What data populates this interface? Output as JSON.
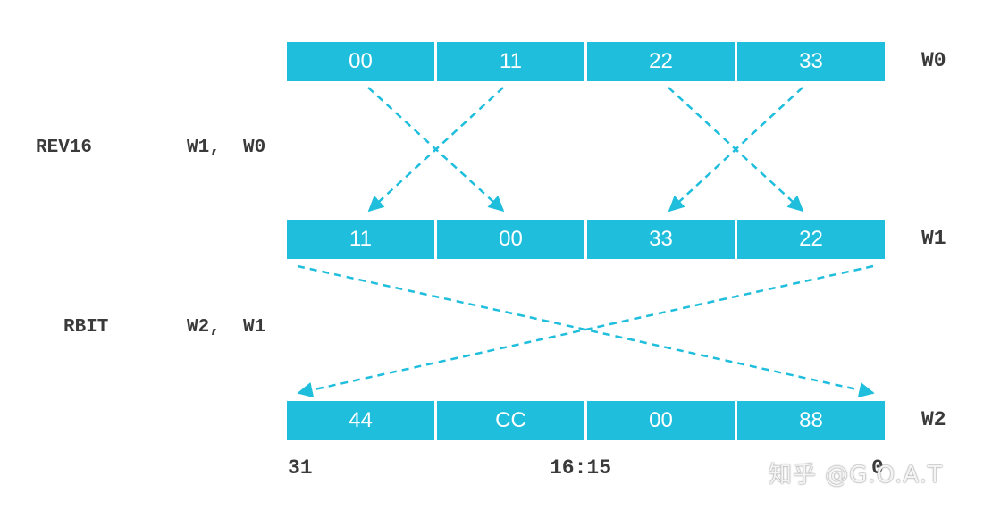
{
  "colors": {
    "accent": "#1fbedc",
    "text": "#3a3a3a"
  },
  "registers": [
    {
      "name": "W0",
      "bytes": [
        "00",
        "11",
        "22",
        "33"
      ]
    },
    {
      "name": "W1",
      "bytes": [
        "11",
        "00",
        "33",
        "22"
      ]
    },
    {
      "name": "W2",
      "bytes": [
        "44",
        "CC",
        "00",
        "88"
      ]
    }
  ],
  "instructions": [
    {
      "op": "REV16",
      "args": "W1,  W0"
    },
    {
      "op": "RBIT",
      "args": "W2,  W1"
    }
  ],
  "bit_labels": {
    "high": "31",
    "middle": "16:15",
    "low": "0"
  },
  "watermark": "知乎 @G.O.A.T"
}
